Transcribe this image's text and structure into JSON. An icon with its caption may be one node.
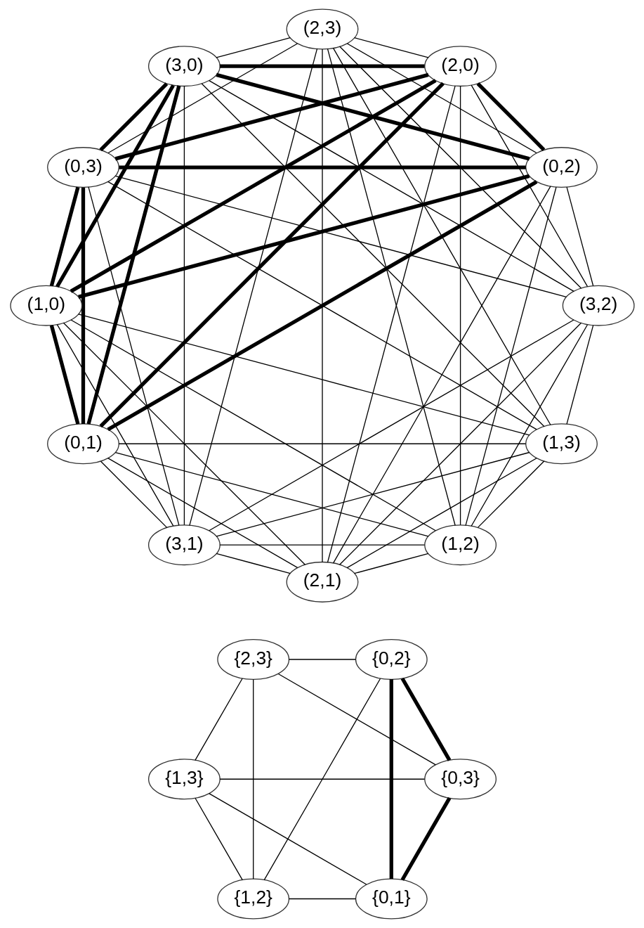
{
  "diagram": {
    "nodes": [
      {
        "text": [
          "(3,2)"
        ]
      },
      {
        "text": [
          "(0,1)"
        ]
      },
      {
        "text": [
          "(3,1)"
        ]
      },
      {
        "text": [
          "(0,2)"
        ]
      },
      {
        "text": [
          "(3,0)"
        ]
      },
      {
        "text": [
          "(0,3)"
        ]
      },
      {
        "text": [
          "(2,3)"
        ]
      },
      {
        "text": [
          "(1,0)"
        ]
      },
      {
        "text": [
          "(2,1)"
        ]
      },
      {
        "text": [
          "(1,2)"
        ]
      },
      {
        "text": [
          "(2,0)"
        ]
      },
      {
        "text": [
          "(1,3)"
        ]
      },
      {
        "text": [
          "{0,1}"
        ]
      },
      {
        "text": [
          "{2,3}"
        ]
      },
      {
        "text": [
          "{0,2}"
        ]
      },
      {
        "text": [
          "{1,3}"
        ]
      },
      {
        "text": [
          "{0,3}"
        ]
      },
      {
        "text": [
          "{1,2}"
        ]
      }
    ],
    "edges": [
      {
        "from": 0,
        "to": 2,
        "arrow": "none"
      },
      {
        "from": 0,
        "to": 3,
        "arrow": "none"
      },
      {
        "from": 0,
        "to": 4,
        "arrow": "none"
      },
      {
        "from": 0,
        "to": 5,
        "arrow": "none"
      },
      {
        "from": 0,
        "to": 6,
        "arrow": "none"
      },
      {
        "from": 0,
        "to": 8,
        "arrow": "none"
      },
      {
        "from": 0,
        "to": 9,
        "arrow": "none"
      },
      {
        "from": 0,
        "to": 10,
        "arrow": "none"
      },
      {
        "from": 0,
        "to": 11,
        "arrow": "none"
      },
      {
        "from": 1,
        "to": 2,
        "arrow": "none"
      },
      {
        "from": 1,
        "to": 3,
        "arrow": "none",
        "style": "thick"
      },
      {
        "from": 1,
        "to": 4,
        "arrow": "none",
        "style": "thick"
      },
      {
        "from": 1,
        "to": 5,
        "arrow": "none",
        "style": "thick"
      },
      {
        "from": 1,
        "to": 7,
        "arrow": "none",
        "style": "thick"
      },
      {
        "from": 1,
        "to": 8,
        "arrow": "none"
      },
      {
        "from": 1,
        "to": 9,
        "arrow": "none"
      },
      {
        "from": 1,
        "to": 10,
        "arrow": "none",
        "style": "thick"
      },
      {
        "from": 1,
        "to": 11,
        "arrow": "none"
      },
      {
        "from": 2,
        "to": 4,
        "arrow": "none"
      },
      {
        "from": 2,
        "to": 5,
        "arrow": "none"
      },
      {
        "from": 2,
        "to": 6,
        "arrow": "none"
      },
      {
        "from": 2,
        "to": 7,
        "arrow": "none"
      },
      {
        "from": 2,
        "to": 8,
        "arrow": "none"
      },
      {
        "from": 2,
        "to": 9,
        "arrow": "none"
      },
      {
        "from": 2,
        "to": 11,
        "arrow": "none"
      },
      {
        "from": 3,
        "to": 4,
        "arrow": "none",
        "style": "thick"
      },
      {
        "from": 3,
        "to": 5,
        "arrow": "none",
        "style": "thick"
      },
      {
        "from": 3,
        "to": 6,
        "arrow": "none"
      },
      {
        "from": 3,
        "to": 7,
        "arrow": "none",
        "style": "thick"
      },
      {
        "from": 3,
        "to": 8,
        "arrow": "none"
      },
      {
        "from": 3,
        "to": 9,
        "arrow": "none"
      },
      {
        "from": 3,
        "to": 10,
        "arrow": "none",
        "style": "thick"
      },
      {
        "from": 4,
        "to": 5,
        "arrow": "none",
        "style": "thick"
      },
      {
        "from": 4,
        "to": 6,
        "arrow": "none"
      },
      {
        "from": 4,
        "to": 7,
        "arrow": "none",
        "style": "thick"
      },
      {
        "from": 4,
        "to": 10,
        "arrow": "none",
        "style": "thick"
      },
      {
        "from": 4,
        "to": 11,
        "arrow": "none"
      },
      {
        "from": 5,
        "to": 6,
        "arrow": "none"
      },
      {
        "from": 5,
        "to": 7,
        "arrow": "none",
        "style": "thick"
      },
      {
        "from": 5,
        "to": 10,
        "arrow": "none",
        "style": "thick"
      },
      {
        "from": 5,
        "to": 11,
        "arrow": "none"
      },
      {
        "from": 6,
        "to": 8,
        "arrow": "none"
      },
      {
        "from": 6,
        "to": 9,
        "arrow": "none"
      },
      {
        "from": 6,
        "to": 10,
        "arrow": "none"
      },
      {
        "from": 6,
        "to": 11,
        "arrow": "none"
      },
      {
        "from": 7,
        "to": 8,
        "arrow": "none"
      },
      {
        "from": 7,
        "to": 9,
        "arrow": "none"
      },
      {
        "from": 7,
        "to": 10,
        "arrow": "none",
        "style": "thick"
      },
      {
        "from": 7,
        "to": 11,
        "arrow": "none"
      },
      {
        "from": 8,
        "to": 9,
        "arrow": "none"
      },
      {
        "from": 8,
        "to": 10,
        "arrow": "none"
      },
      {
        "from": 8,
        "to": 11,
        "arrow": "none"
      },
      {
        "from": 9,
        "to": 10,
        "arrow": "none"
      },
      {
        "from": 9,
        "to": 11,
        "arrow": "none"
      },
      {
        "from": 12,
        "to": 14,
        "arrow": "none",
        "style": "thick"
      },
      {
        "from": 12,
        "to": 15,
        "arrow": "none"
      },
      {
        "from": 12,
        "to": 16,
        "arrow": "none",
        "style": "thick"
      },
      {
        "from": 12,
        "to": 17,
        "arrow": "none"
      },
      {
        "from": 13,
        "to": 14,
        "arrow": "none"
      },
      {
        "from": 13,
        "to": 15,
        "arrow": "none"
      },
      {
        "from": 13,
        "to": 16,
        "arrow": "none"
      },
      {
        "from": 13,
        "to": 17,
        "arrow": "none"
      },
      {
        "from": 14,
        "to": 16,
        "arrow": "none",
        "style": "thick"
      },
      {
        "from": 14,
        "to": 17,
        "arrow": "none"
      },
      {
        "from": 15,
        "to": 16,
        "arrow": "none"
      },
      {
        "from": 15,
        "to": 17,
        "arrow": "none"
      }
    ]
  }
}
